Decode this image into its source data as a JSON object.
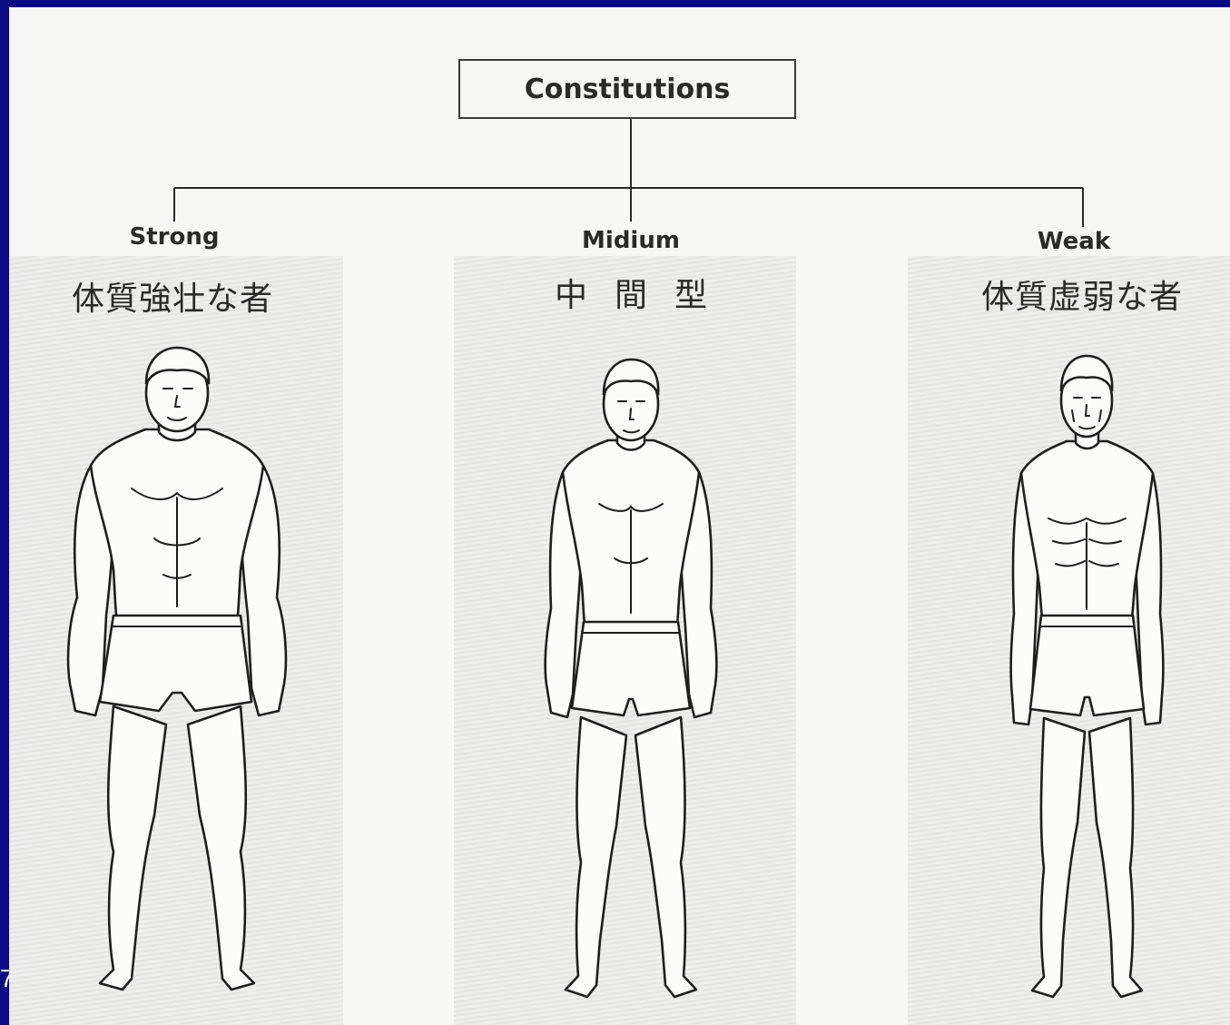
{
  "title": "Constitutions",
  "slide_number": "7",
  "categories": [
    {
      "key": "strong",
      "label_en": "Strong",
      "label_jp": "体質強壮な者"
    },
    {
      "key": "midium",
      "label_en": "Midium",
      "label_jp": "中間型"
    },
    {
      "key": "weak",
      "label_en": "Weak",
      "label_jp": "体質虚弱な者"
    }
  ],
  "colors": {
    "slide_background": "#0a0a84",
    "page": "#f7f7f5",
    "ink": "#1e1e1e"
  },
  "illustrations": [
    "strong-body-figure",
    "medium-body-figure",
    "weak-body-figure"
  ]
}
